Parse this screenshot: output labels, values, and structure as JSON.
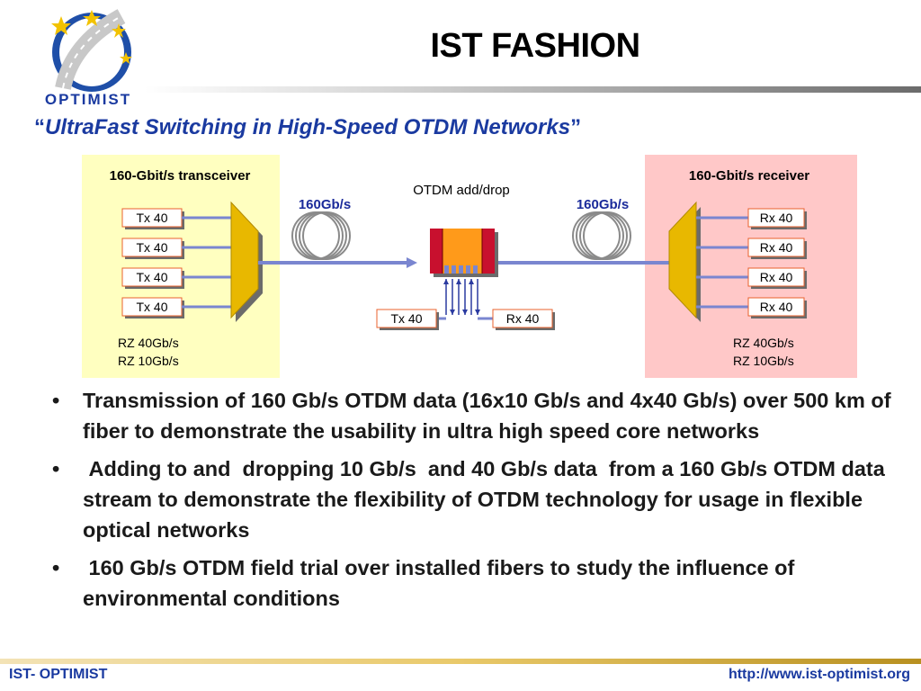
{
  "header": {
    "title": "IST FASHION",
    "subtitle_open_quote": "“",
    "subtitle": "UltraFast Switching in High-Speed OTDM Networks",
    "subtitle_close_quote": "”",
    "logo_text": "OPTIMIST"
  },
  "diagram": {
    "transceiver": {
      "title": "160-Gbit/s transceiver",
      "tx_labels": [
        "Tx 40",
        "Tx 40",
        "Tx 40",
        "Tx 40"
      ],
      "format_lines": [
        "RZ 40Gb/s",
        "RZ 10Gb/s"
      ]
    },
    "receiver": {
      "title": "160-Gbit/s receiver",
      "rx_labels": [
        "Rx 40",
        "Rx 40",
        "Rx 40",
        "Rx 40"
      ],
      "format_lines": [
        "RZ 40Gb/s",
        "RZ 10Gb/s"
      ]
    },
    "link_rate_left": "160Gb/s",
    "link_rate_right": "160Gb/s",
    "add_drop": {
      "title": "OTDM add/drop",
      "tx_label": "Tx 40",
      "rx_label": "Rx 40"
    },
    "colors": {
      "transceiver_bg": "#ffffc0",
      "receiver_bg": "#ffc8c8",
      "box_border": "#e8602c",
      "mux": "#e8b800",
      "fiber": "#7a86d0",
      "rate_text": "#1a2a9a"
    }
  },
  "bullets": [
    "Transmission of 160 Gb/s OTDM data (16x10 Gb/s and  4x40 Gb/s) over 500 km of fiber to demonstrate the usability in ultra high speed core networks",
    " Adding to and  dropping 10 Gb/s  and 40 Gb/s data  from a 160 Gb/s OTDM data stream to demonstrate the flexibility of OTDM technology for usage in flexible optical networks",
    " 160 Gb/s OTDM field trial over installed fibers to study the influence of environmental conditions"
  ],
  "bullet_symbol": "•",
  "footer": {
    "left": "IST- OPTIMIST",
    "right": "http://www.ist-optimist.org"
  }
}
